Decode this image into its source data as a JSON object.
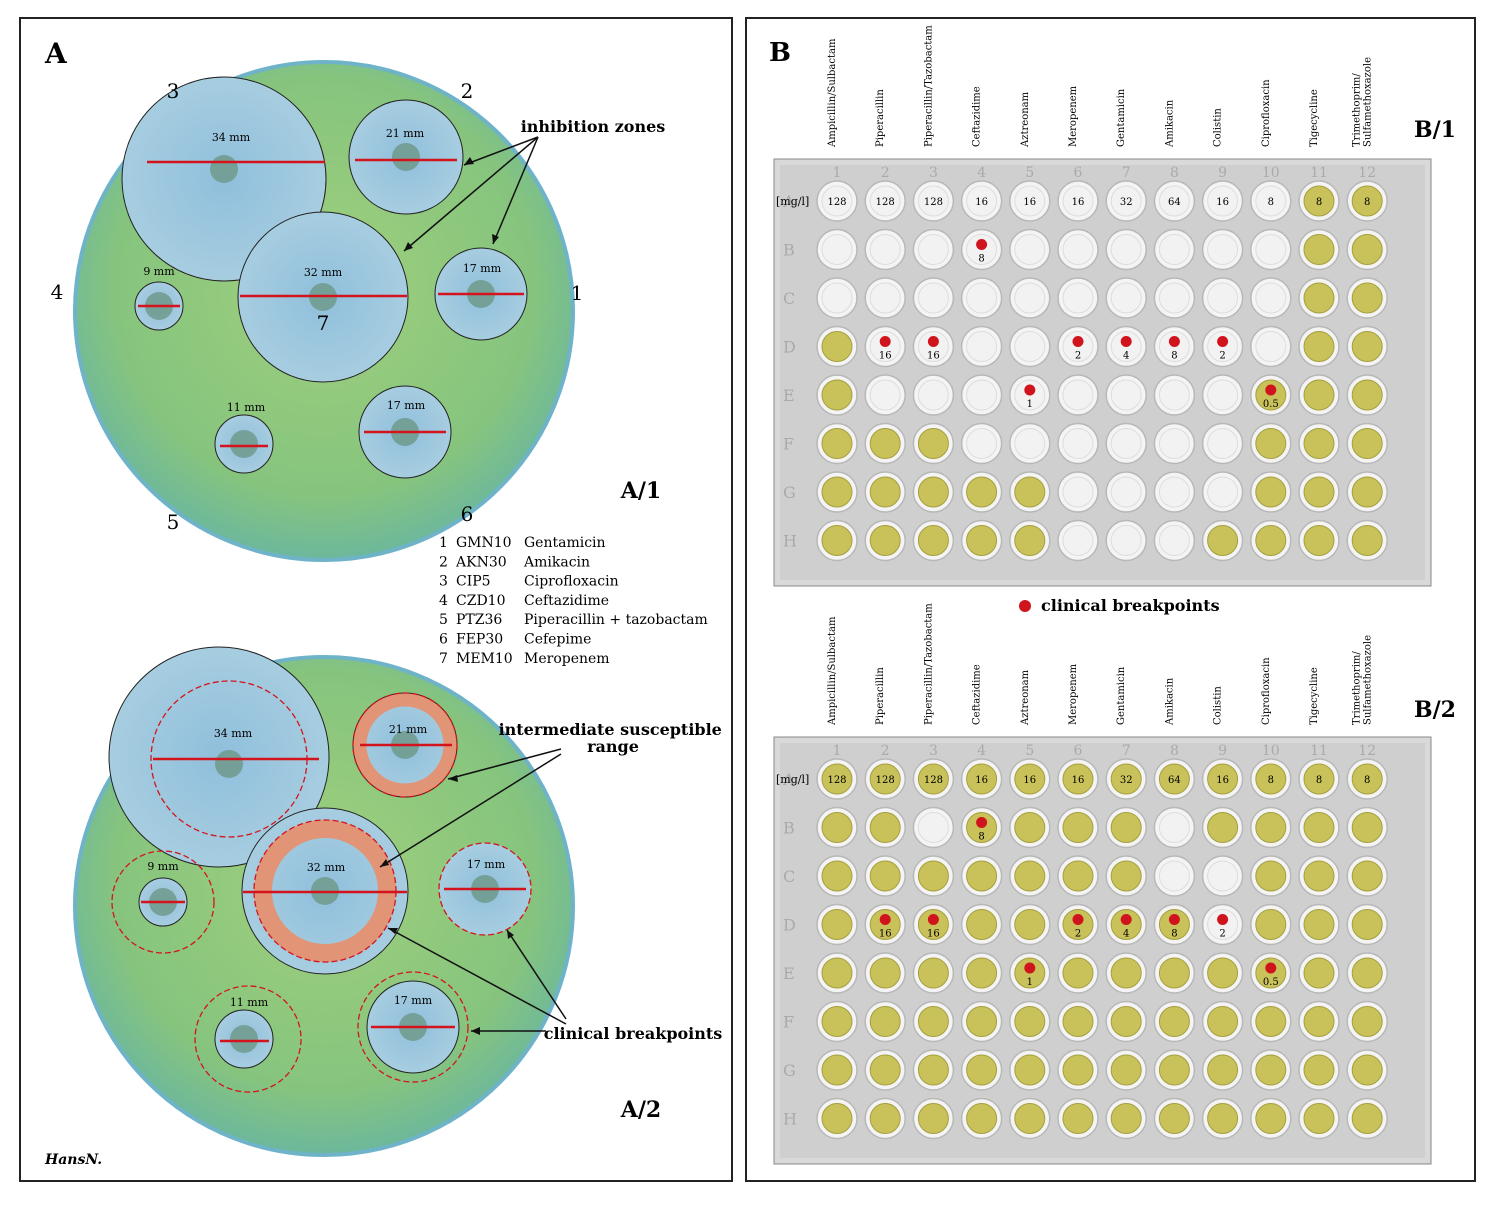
{
  "panel_a": {
    "label": "A",
    "plate1_label": "A/1",
    "plate2_label": "A/2",
    "signature": "HansN.",
    "disks": [
      {
        "id": "1",
        "zone": "17 mm",
        "label": "GMN"
      },
      {
        "id": "2",
        "zone": "21 mm",
        "label": "AKN"
      },
      {
        "id": "3",
        "zone": "34 mm",
        "label": "CIP"
      },
      {
        "id": "4",
        "zone": "9 mm",
        "label": "CZD"
      },
      {
        "id": "5",
        "zone": "11 mm",
        "label": "PTZ"
      },
      {
        "id": "6",
        "zone": "17 mm",
        "label": "FEP"
      },
      {
        "id": "7",
        "zone": "32 mm",
        "label": "MEM"
      }
    ],
    "annotation_inhibition": "inhibition zones",
    "annotation_intermediate": "intermediate susceptible range",
    "annotation_breakpoints": "clinical breakpoints",
    "legend": [
      {
        "num": "1",
        "code": "GMN10",
        "name": "Gentamicin"
      },
      {
        "num": "2",
        "code": "AKN30",
        "name": "Amikacin"
      },
      {
        "num": "3",
        "code": "CIP5",
        "name": "Ciprofloxacin"
      },
      {
        "num": "4",
        "code": "CZD10",
        "name": "Ceftazidime"
      },
      {
        "num": "5",
        "code": "PTZ36",
        "name": "Piperacillin + tazobactam"
      },
      {
        "num": "6",
        "code": "FEP30",
        "name": "Cefepime"
      },
      {
        "num": "7",
        "code": "MEM10",
        "name": "Meropenem"
      }
    ]
  },
  "panel_b": {
    "label": "B",
    "plate1_label": "B/1",
    "plate2_label": "B/2",
    "legend_breakpoints": "clinical breakpoints",
    "unit_label": "[mg/l]",
    "antibiotics": [
      "Ampicillin/Sulbactam",
      "Piperacillin",
      "Piperacillin/Tazobactam",
      "Ceftazidime",
      "Aztreonam",
      "Meropenem",
      "Gentamicin",
      "Amikacin",
      "Colistin",
      "Ciprofloxacin",
      "Tigecycline",
      "Trimethoprim/\nSulfamethoxazole"
    ],
    "column_numbers": [
      "1",
      "2",
      "3",
      "4",
      "5",
      "6",
      "7",
      "8",
      "9",
      "10",
      "11",
      "12"
    ],
    "row_letters": [
      "A",
      "B",
      "C",
      "D",
      "E",
      "F",
      "G",
      "H"
    ],
    "max_concentrations": [
      "128",
      "128",
      "128",
      "16",
      "16",
      "16",
      "32",
      "64",
      "16",
      "8",
      "8",
      "8"
    ],
    "breakpoints": [
      {
        "col": 4,
        "row": "B",
        "value": "8"
      },
      {
        "col": 2,
        "row": "D",
        "value": "16"
      },
      {
        "col": 3,
        "row": "D",
        "value": "16"
      },
      {
        "col": 6,
        "row": "D",
        "value": "2"
      },
      {
        "col": 7,
        "row": "D",
        "value": "4"
      },
      {
        "col": 8,
        "row": "D",
        "value": "8"
      },
      {
        "col": 9,
        "row": "D",
        "value": "2"
      },
      {
        "col": 5,
        "row": "E",
        "value": "1"
      },
      {
        "col": 10,
        "row": "E",
        "value": "0.5"
      }
    ],
    "plate1_growth_rows_start": [
      3,
      5,
      5,
      6,
      6,
      9,
      9,
      9,
      7,
      4,
      0,
      0
    ],
    "plate2_clear_wells": [
      [
        3,
        1
      ],
      [
        8,
        2
      ],
      [
        9,
        2
      ],
      [
        9,
        3
      ],
      [
        8,
        1
      ]
    ],
    "colors": {
      "growth": "#c9c25a",
      "clear": "#f2f2f2",
      "breakpoint": "#d0141e"
    }
  }
}
